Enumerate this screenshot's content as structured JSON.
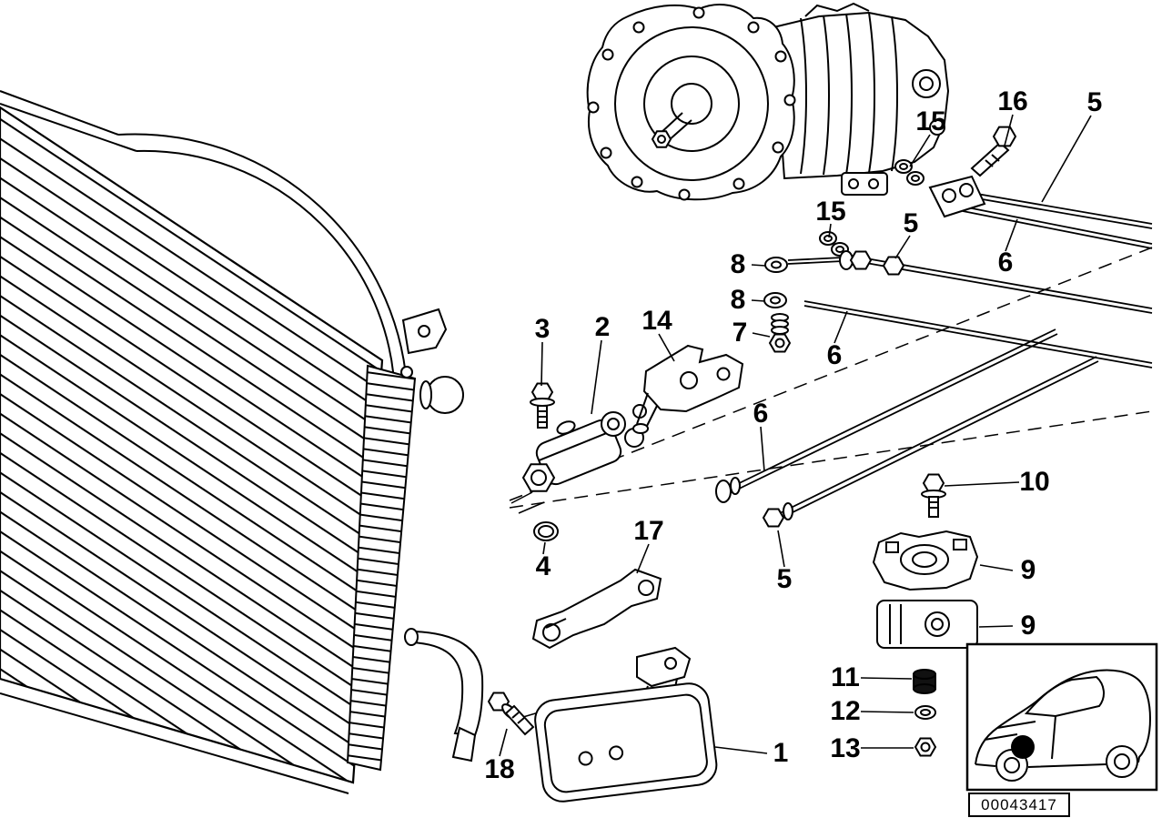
{
  "diagram": {
    "callouts": [
      {
        "id": "callout-16",
        "label": "16"
      },
      {
        "id": "callout-5-top",
        "label": "5"
      },
      {
        "id": "callout-15-top",
        "label": "15"
      },
      {
        "id": "callout-15-mid",
        "label": "15"
      },
      {
        "id": "callout-5-mid",
        "label": "5"
      },
      {
        "id": "callout-8-upper",
        "label": "8"
      },
      {
        "id": "callout-6-right",
        "label": "6"
      },
      {
        "id": "callout-8-lower",
        "label": "8"
      },
      {
        "id": "callout-7",
        "label": "7"
      },
      {
        "id": "callout-6-mid",
        "label": "6"
      },
      {
        "id": "callout-3",
        "label": "3"
      },
      {
        "id": "callout-2",
        "label": "2"
      },
      {
        "id": "callout-14",
        "label": "14"
      },
      {
        "id": "callout-6-lower",
        "label": "6"
      },
      {
        "id": "callout-10",
        "label": "10"
      },
      {
        "id": "callout-17",
        "label": "17"
      },
      {
        "id": "callout-4",
        "label": "4"
      },
      {
        "id": "callout-9-upper",
        "label": "9"
      },
      {
        "id": "callout-5-lower",
        "label": "5"
      },
      {
        "id": "callout-9-lower",
        "label": "9"
      },
      {
        "id": "callout-11",
        "label": "11"
      },
      {
        "id": "callout-12",
        "label": "12"
      },
      {
        "id": "callout-13",
        "label": "13"
      },
      {
        "id": "callout-1",
        "label": "1"
      },
      {
        "id": "callout-18",
        "label": "18"
      }
    ],
    "part_number": "00043417"
  },
  "colors": {
    "line": "#000000",
    "background": "#ffffff",
    "location_dot": "#000000"
  }
}
